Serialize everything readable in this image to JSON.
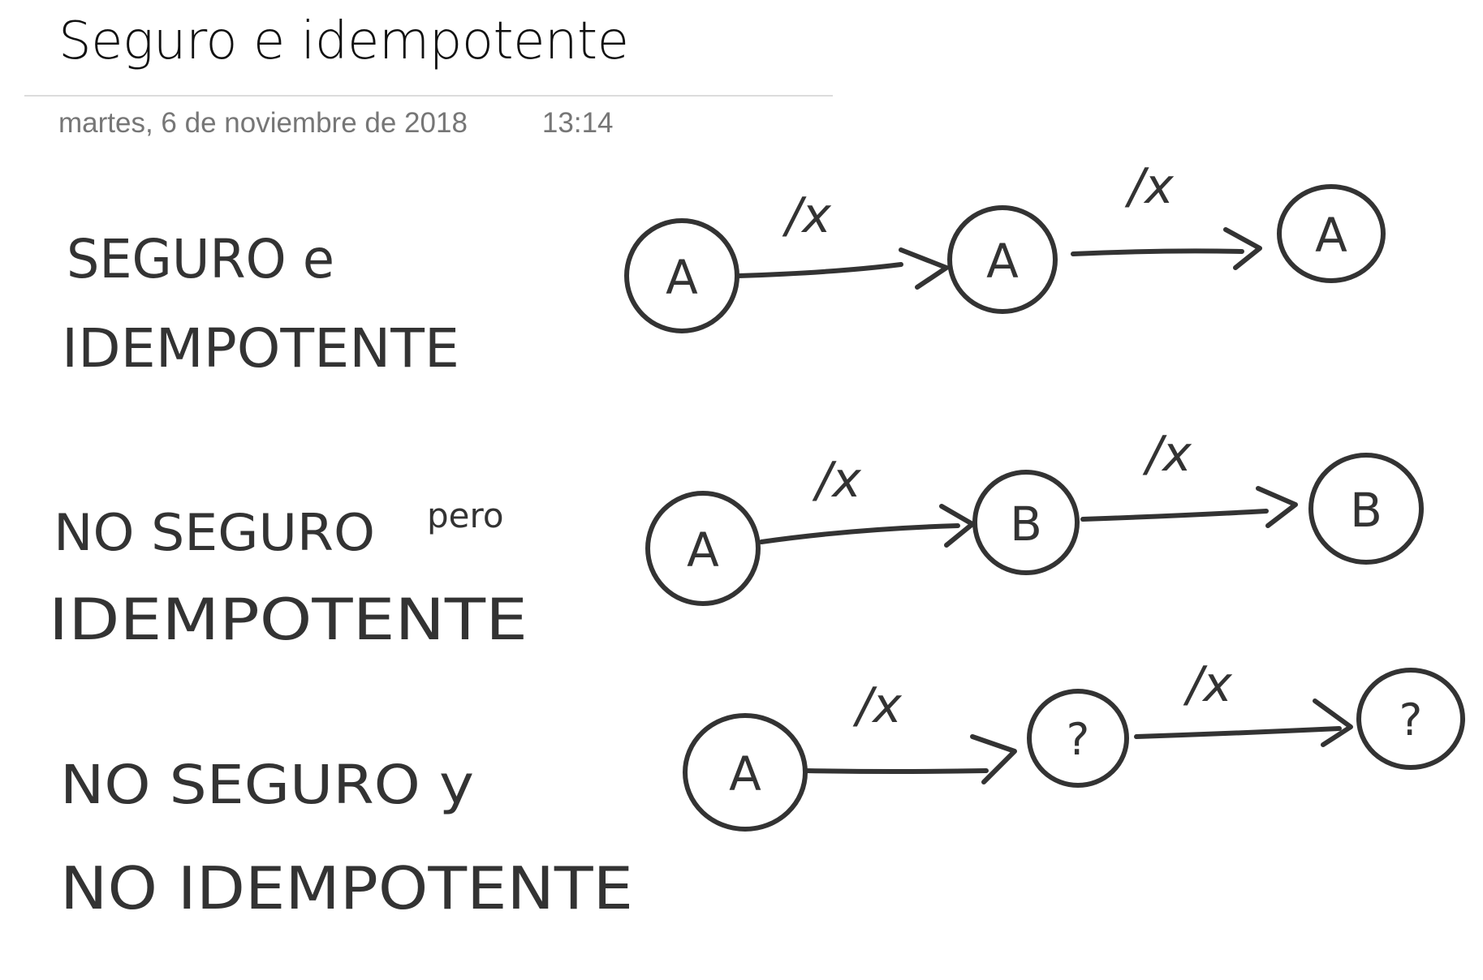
{
  "page": {
    "title": "Seguro e idempotente",
    "date": "martes, 6 de noviembre de 2018",
    "time": "13:14"
  },
  "colors": {
    "ink": "#333333",
    "rule": "#dcdcdc",
    "meta_text": "#767676"
  },
  "rows": [
    {
      "caption_line1": "SEGURO e",
      "caption_line2": "IDEMPOTENTE",
      "nodes": [
        "A",
        "A",
        "A"
      ],
      "edges": [
        "/x",
        "/x"
      ]
    },
    {
      "caption_line1": "NO SEGURO",
      "caption_small": "pero",
      "caption_line2": "IDEMPOTENTE",
      "nodes": [
        "A",
        "B",
        "B"
      ],
      "edges": [
        "/x",
        "/x"
      ]
    },
    {
      "caption_line1": "NO SEGURO y",
      "caption_line2": "NO IDEMPOTENTE",
      "nodes": [
        "A",
        "?",
        "?"
      ],
      "edges": [
        "/x",
        "/x"
      ]
    }
  ]
}
